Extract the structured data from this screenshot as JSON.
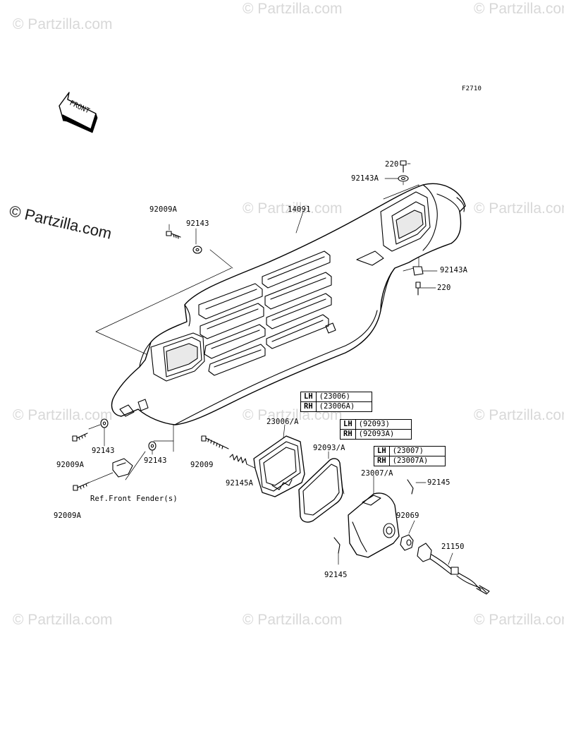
{
  "figure_code": "F2710",
  "front_arrow_label": "FRONT",
  "watermark_main": "© Partzilla.com",
  "watermark_text": "© Partzilla.com",
  "part_labels": {
    "p220_top": "220",
    "p92143A_top": "92143A",
    "p14091": "14091",
    "p92009A_top": "92009A",
    "p92143_top": "92143",
    "p92143A_right": "92143A",
    "p220_right": "220",
    "p23006A": "23006/A",
    "p92093A": "92093/A",
    "p23007A": "23007/A",
    "p92143_left": "92143",
    "p92009A_left": "92009A",
    "p92143_mid": "92143",
    "p92009": "92009",
    "p92145A": "92145A",
    "p92145_right": "92145",
    "p92069": "92069",
    "p21150": "21150",
    "p92145_bottom": "92145",
    "p92009A_bottom": "92009A",
    "ref_front_fender": "Ref.Front Fender(s)"
  },
  "tables": {
    "t23006": {
      "lh": "LH",
      "lh_val": "(23006)",
      "rh": "RH",
      "rh_val": "(23006A)"
    },
    "t92093": {
      "lh": "LH",
      "lh_val": "(92093)",
      "rh": "RH",
      "rh_val": "(92093A)"
    },
    "t23007": {
      "lh": "LH",
      "lh_val": "(23007)",
      "rh": "RH",
      "rh_val": "(23007A)"
    }
  }
}
